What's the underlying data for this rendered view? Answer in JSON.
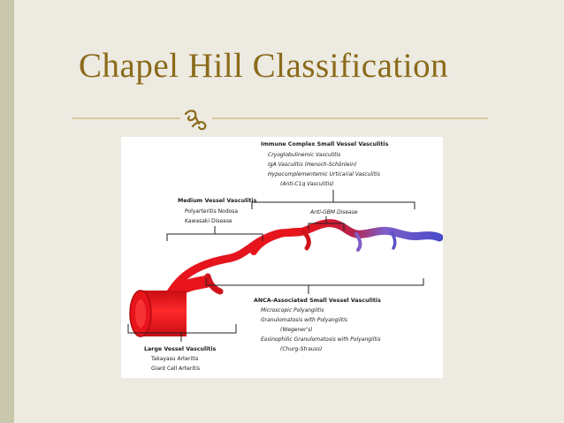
{
  "slide": {
    "title": "Chapel Hill Classification",
    "divider_icon": "ornament-icon"
  },
  "diagram": {
    "immune_complex": {
      "heading": "Immune Complex  Small Vessel Vasculitis",
      "items": [
        "Cryoglobulinemic Vasculitis",
        "IgA Vasculitis (Henoch-Schönlein)",
        "Hypocomplementemic Urticarial Vasculitis",
        "(Anti-C1q Vasculitis)"
      ]
    },
    "medium_vessel": {
      "heading": "Medium Vessel Vasculitis",
      "items": [
        "Polyarteritis Nodosa",
        "Kawasaki Disease"
      ]
    },
    "anti_gbm": {
      "heading": "Anti-GBM Disease"
    },
    "anca": {
      "heading": "ANCA-Associated Small Vessel Vasculitis",
      "items": [
        "Microscopic Polyangiitis",
        "Granulomatosis with Polyangiitis",
        "(Wegener's)",
        "Eosinophilic Granulomatosis with Polyangiitis",
        "(Churg-Strauss)"
      ]
    },
    "large_vessel": {
      "heading": "Large Vessel Vasculitis",
      "items": [
        "Takayasu Arteritis",
        "Giant Cell Arteritis"
      ]
    },
    "colors": {
      "artery_red": "#e8141c",
      "arteriole_purple": "#7e5fc8",
      "capillary_blue": "#4a4cc8",
      "title_gold": "#8b6a1a"
    }
  }
}
